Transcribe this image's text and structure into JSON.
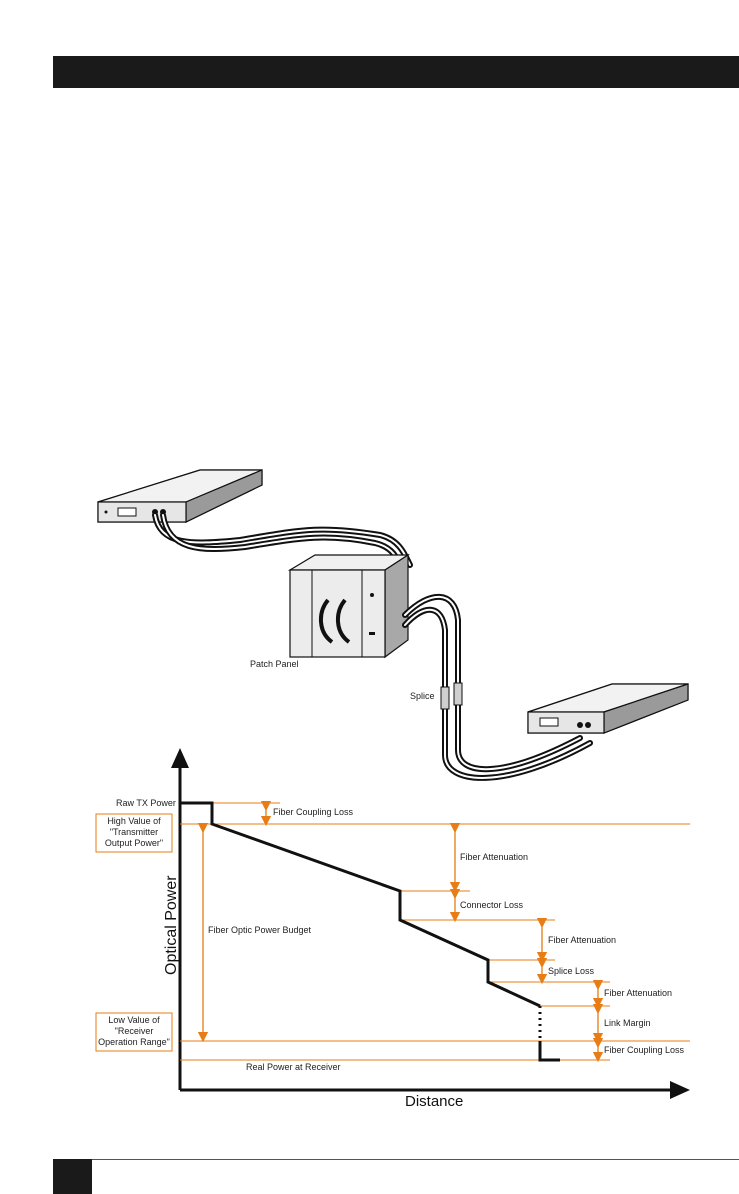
{
  "colors": {
    "accent": "#e87d16",
    "ink": "#111111",
    "header": "#1a1a1a"
  },
  "network": {
    "patch_panel": "Patch Panel",
    "splice": "Splice"
  },
  "graph": {
    "y_axis": "Optical Power",
    "x_axis": "Distance",
    "raw_tx_power": "Raw TX Power",
    "high_value": [
      "High Value of",
      "\"Transmitter",
      "Output Power\""
    ],
    "low_value": [
      "Low Value of",
      "\"Receiver",
      "Operation Range\""
    ],
    "fiber_optic_power_budget": "Fiber Optic Power Budget",
    "real_power_at_receiver": "Real Power at Receiver",
    "fiber_coupling_loss_top": "Fiber Coupling Loss",
    "fiber_attenuation_1": "Fiber Attenuation",
    "connector_loss": "Connector Loss",
    "fiber_attenuation_2": "Fiber Attenuation",
    "splice_loss": "Splice Loss",
    "fiber_attenuation_3": "Fiber Attenuation",
    "link_margin": "Link Margin",
    "fiber_coupling_loss_bottom": "Fiber Coupling Loss"
  }
}
